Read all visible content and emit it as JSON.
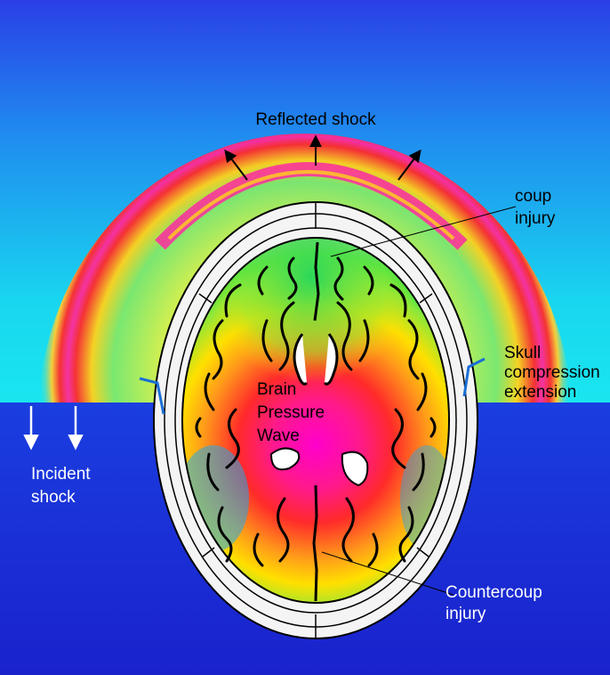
{
  "labels": {
    "reflected_shock": "Reflected shock",
    "coup_line1": "coup",
    "coup_line2": "injury",
    "skull_line1": "Skull",
    "skull_line2": "compression",
    "skull_line3": "extension",
    "brain_line1": "Brain",
    "brain_line2": "Pressure",
    "brain_line3": "Wave",
    "incident_line1": "Incident",
    "incident_line2": "shock",
    "countercoup_line1": "Countercoup",
    "countercoup_line2": "injury"
  },
  "colors": {
    "upper_field_top": "#2a3fe6",
    "upper_field_bottom": "#19e6ef",
    "lower_field": "#1a2bd8",
    "reflected_band": "#ff2a8a",
    "brain_core": "#ff00cc",
    "brain_mid": "#ff2a2a",
    "brain_outer": "#ffe000",
    "brain_edge": "#00e05a",
    "skull": "#f4f4f4",
    "outline": "#000000",
    "blue_marker": "#1a6fd6",
    "white_text": "#ffffff"
  }
}
